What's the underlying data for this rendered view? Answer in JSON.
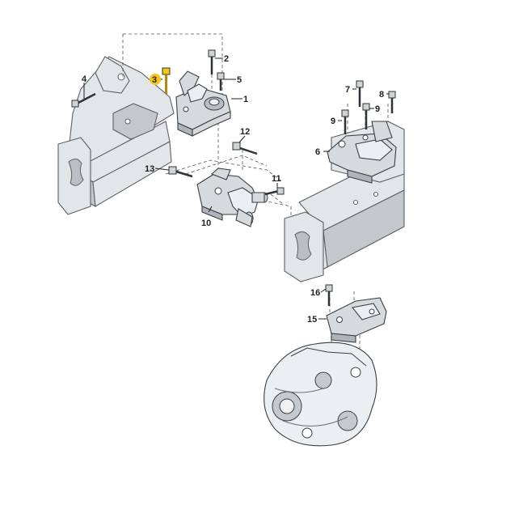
{
  "callouts": [
    {
      "id": "c1",
      "label": "1"
    },
    {
      "id": "c2",
      "label": "2"
    },
    {
      "id": "c3",
      "label": "3",
      "highlighted": true
    },
    {
      "id": "c4",
      "label": "4"
    },
    {
      "id": "c5",
      "label": "5"
    },
    {
      "id": "c6",
      "label": "6"
    },
    {
      "id": "c7",
      "label": "7"
    },
    {
      "id": "c8",
      "label": "8"
    },
    {
      "id": "c9a",
      "label": "9"
    },
    {
      "id": "c9b",
      "label": "9"
    },
    {
      "id": "c10",
      "label": "10"
    },
    {
      "id": "c11",
      "label": "11"
    },
    {
      "id": "c12",
      "label": "12"
    },
    {
      "id": "c13",
      "label": "13"
    },
    {
      "id": "c15",
      "label": "15"
    },
    {
      "id": "c16",
      "label": "16"
    }
  ],
  "colors": {
    "highlight": "#f5c518",
    "line": "#222222",
    "part": "#d6dadd"
  },
  "parts": [
    "engine-mount-bracket-left",
    "engine-mount-right",
    "pendulum-support",
    "gearbox-support",
    "gearbox",
    "subframe-left",
    "subframe-right"
  ]
}
